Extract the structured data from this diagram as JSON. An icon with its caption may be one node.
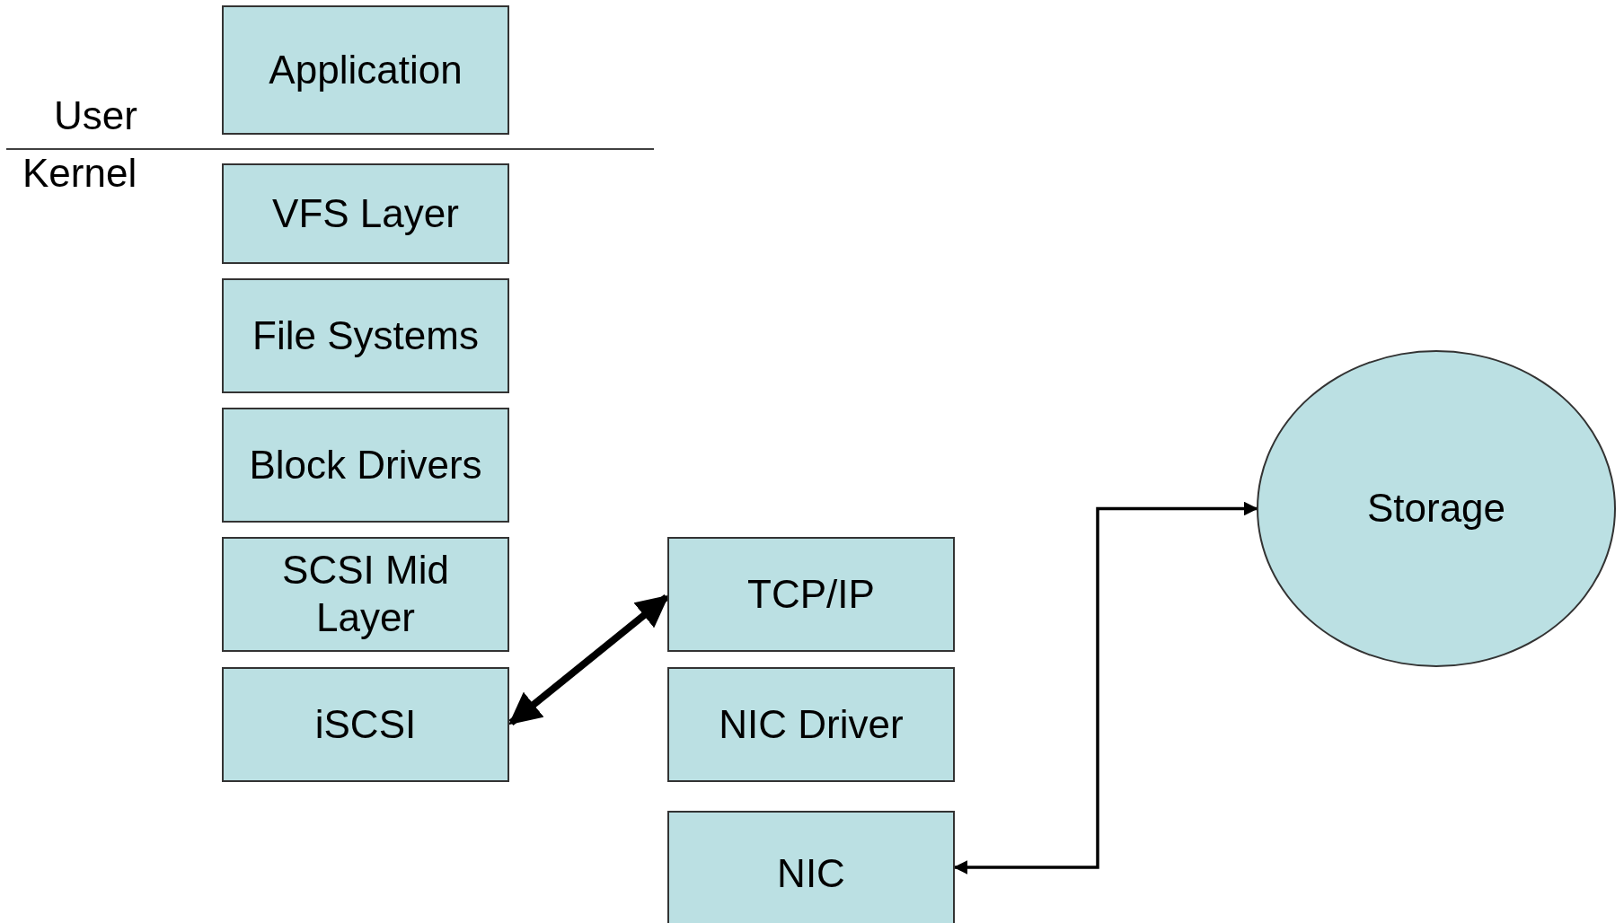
{
  "diagram": {
    "nodes": [
      {
        "text": [
          "Application"
        ]
      },
      {
        "text": [
          "VFS Layer"
        ]
      },
      {
        "text": [
          "File Systems"
        ]
      },
      {
        "text": [
          "Block Drivers"
        ]
      },
      {
        "text": [
          "SCSI Mid Layer"
        ]
      },
      {
        "text": [
          "iSCSI"
        ]
      },
      {
        "text": [
          "TCP/IP"
        ]
      },
      {
        "text": [
          "NIC Driver"
        ]
      },
      {
        "text": [
          "NIC"
        ]
      },
      {
        "text": [
          "Storage"
        ]
      }
    ],
    "edges": [
      {
        "from": 5,
        "to": 6,
        "arrow": "both",
        "style": "thick"
      },
      {
        "from": 8,
        "to": 9,
        "arrow": "both"
      }
    ],
    "labels": [
      "User",
      "Kernel"
    ]
  }
}
